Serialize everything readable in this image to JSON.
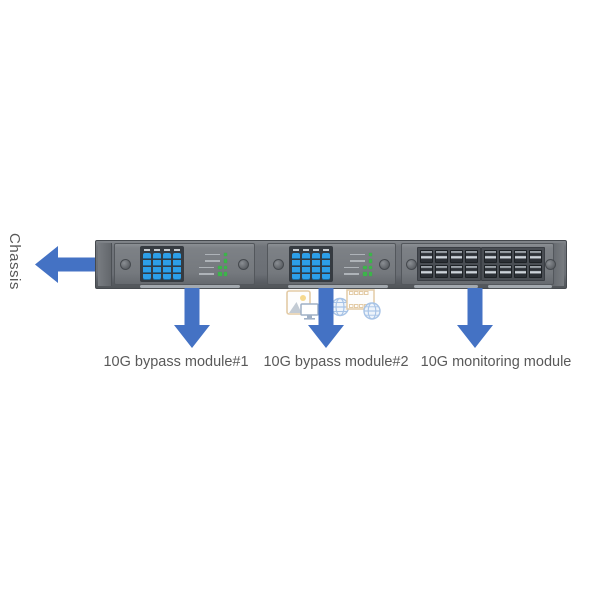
{
  "chassis": {
    "label": "Chassis"
  },
  "modules": [
    {
      "id": "bypass1",
      "label": "10G bypass module#1",
      "type": "bypass",
      "port_rows": 4,
      "port_cols": 4,
      "port_count": 16,
      "led_rows": [
        1,
        1,
        2,
        2
      ]
    },
    {
      "id": "bypass2",
      "label": "10G bypass module#2",
      "type": "bypass",
      "port_rows": 4,
      "port_cols": 4,
      "port_count": 16,
      "led_rows": [
        1,
        1,
        2,
        2
      ]
    },
    {
      "id": "monitoring",
      "label": "10G monitoring module",
      "type": "monitoring",
      "cage_banks": 2,
      "cage_rows": 2,
      "cage_cols": 4,
      "cage_count": 16
    }
  ],
  "icons": [
    {
      "name": "image-placeholder-icon"
    },
    {
      "name": "globe-icon"
    },
    {
      "name": "film-placeholder-icon"
    }
  ],
  "colors": {
    "arrow_blue": "#4472C4",
    "label_text": "#595959",
    "chassis_gray": "#6E7277",
    "port_blue": "#2D9FE8",
    "led_green": "#3CB54A",
    "sfp_slot": "#CDD3DA"
  }
}
